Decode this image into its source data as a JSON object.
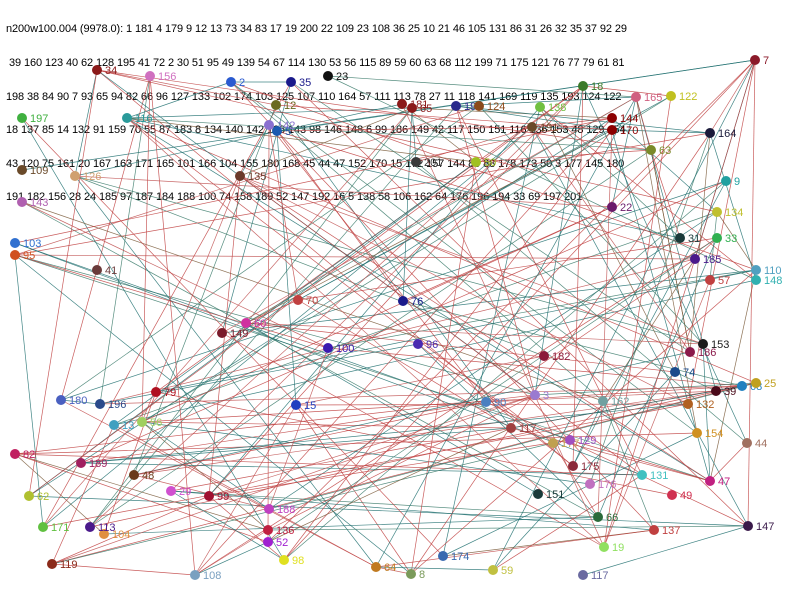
{
  "header": {
    "lines": [
      "n200w100.004 (9978.0): 1 181 4 179 9 12 13 73 34 83 17 19 200 22 109 23 108 36 25 10 21 46 105 131 86 31 26 32 35 37 92 29",
      " 39 160 123 40 62 128 195 41 72 2 30 51 95 49 139 54 67 114 130 53 56 115 89 59 60 63 68 112 199 71 175 121 76 77 79 61 81",
      "198 38 84 90 7 93 65 94 82 66 96 127 133 102 174 103 125 107 110 164 57 111 113 78 27 11 118 141 169 119 135 193 124 122",
      "18 137 85 14 132 91 159 70 55 87 183 8 134 140 142 126 143 98 146 148 6 99 186 149 42 117 150 151 116 136 153 48 129 154",
      "43 120 75 161 20 167 163 171 165 101 166 104 155 180 168 45 44 47 152 170 15 172 157 144 80 88 178 173 50 3 177 145 180",
      "191 182 156 28 24 185 97 187 184 188 100 74 158 189 52 147 192 16 5 138 58 106 162 64 176 196 194 33 69 197 201"
    ]
  },
  "graph": {
    "nodes": [
      {
        "id": "7",
        "c": "#8b1a2a",
        "lc": "#8b1a2a"
      },
      {
        "id": "23",
        "c": "#111111",
        "lc": "#111111"
      },
      {
        "id": "35",
        "c": "#1a1a8b",
        "lc": "#1a1a8b"
      },
      {
        "id": "34",
        "c": "#8b1a1a",
        "lc": "#8b1a1a"
      },
      {
        "id": "156",
        "c": "#d070c0",
        "lc": "#d070c0"
      },
      {
        "id": "116",
        "c": "#2a9a9a",
        "lc": "#2a9a9a"
      },
      {
        "id": "197",
        "c": "#40b040",
        "lc": "#40b040"
      },
      {
        "id": "109",
        "c": "#6a4a2a",
        "lc": "#6a4a2a"
      },
      {
        "id": "126",
        "c": "#d0a070",
        "lc": "#d0a070"
      },
      {
        "id": "143",
        "c": "#b060b0",
        "lc": "#b060b0"
      },
      {
        "id": "103",
        "c": "#3070d0",
        "lc": "#3070d0"
      },
      {
        "id": "95",
        "c": "#d05020",
        "lc": "#d05020"
      },
      {
        "id": "41",
        "c": "#6a3a3a",
        "lc": "#6a3a3a"
      },
      {
        "id": "181",
        "c": "#8b1a1a",
        "lc": "#8b1a1a"
      },
      {
        "id": "65",
        "c": "#8b1a1a",
        "lc": "#8b1a1a"
      },
      {
        "id": "192",
        "c": "#2a2a8b",
        "lc": "#2a2a8b"
      },
      {
        "id": "124",
        "c": "#8b4a1a",
        "lc": "#8b4a1a"
      },
      {
        "id": "138",
        "c": "#70c040",
        "lc": "#70c040"
      },
      {
        "id": "18",
        "c": "#3a7a2a",
        "lc": "#3a7a2a"
      },
      {
        "id": "165",
        "c": "#d06080",
        "lc": "#d06080"
      },
      {
        "id": "122",
        "c": "#c0c020",
        "lc": "#c0c020"
      },
      {
        "id": "144",
        "c": "#8b0000",
        "lc": "#8b0000"
      },
      {
        "id": "170",
        "c": "#8b0000",
        "lc": "#8b0000"
      },
      {
        "id": "164",
        "c": "#1a1a3a",
        "lc": "#1a1a3a"
      },
      {
        "id": "191",
        "c": "#6a4a2a",
        "lc": "#6a4a2a"
      },
      {
        "id": "201",
        "c": "#3a3a3a",
        "lc": "#3a3a3a"
      },
      {
        "id": "50",
        "c": "#a0c020",
        "lc": "#a0c020"
      },
      {
        "id": "63",
        "c": "#7a8a2a",
        "lc": "#7a8a2a"
      },
      {
        "id": "9",
        "c": "#20a0a0",
        "lc": "#20a0a0"
      },
      {
        "id": "22",
        "c": "#6a1a6a",
        "lc": "#6a1a6a"
      },
      {
        "id": "134",
        "c": "#c0c030",
        "lc": "#c0c030"
      },
      {
        "id": "33",
        "c": "#30b050",
        "lc": "#30b050"
      },
      {
        "id": "31",
        "c": "#1a3a3a",
        "lc": "#1a3a3a"
      },
      {
        "id": "185",
        "c": "#4a1a8b",
        "lc": "#4a1a8b"
      },
      {
        "id": "110",
        "c": "#50a0c0",
        "lc": "#50a0c0"
      },
      {
        "id": "148",
        "c": "#30b0b0",
        "lc": "#30b0b0"
      },
      {
        "id": "57",
        "c": "#c04040",
        "lc": "#c04040"
      },
      {
        "id": "153",
        "c": "#1a1a1a",
        "lc": "#1a1a1a"
      },
      {
        "id": "186",
        "c": "#8b1a4a",
        "lc": "#8b1a4a"
      },
      {
        "id": "74",
        "c": "#1a4a8b",
        "lc": "#1a4a8b"
      },
      {
        "id": "68",
        "c": "#2080c0",
        "lc": "#2080c0"
      },
      {
        "id": "25",
        "c": "#c0a020",
        "lc": "#c0a020"
      },
      {
        "id": "39",
        "c": "#4a0a1a",
        "lc": "#4a0a1a"
      },
      {
        "id": "132",
        "c": "#b06020",
        "lc": "#b06020"
      },
      {
        "id": "154",
        "c": "#d09020",
        "lc": "#d09020"
      },
      {
        "id": "44",
        "c": "#a07060",
        "lc": "#a07060"
      },
      {
        "id": "47",
        "c": "#c02080",
        "lc": "#c02080"
      },
      {
        "id": "147",
        "c": "#3a1a4a",
        "lc": "#3a1a4a"
      },
      {
        "id": "137",
        "c": "#c04040",
        "lc": "#c04040"
      },
      {
        "id": "49",
        "c": "#d03050",
        "lc": "#d03050"
      },
      {
        "id": "66",
        "c": "#2a6a3a",
        "lc": "#2a6a3a"
      },
      {
        "id": "19",
        "c": "#90e060",
        "lc": "#90e060"
      },
      {
        "id": "117",
        "c": "#6a6aa0",
        "lc": "#6a6aa0"
      },
      {
        "id": "59",
        "c": "#c0c040",
        "lc": "#c0c040"
      },
      {
        "id": "174",
        "c": "#3a6ab0",
        "lc": "#3a6ab0"
      },
      {
        "id": "8",
        "c": "#7a9a5a",
        "lc": "#7a9a5a"
      },
      {
        "id": "64",
        "c": "#c07a20",
        "lc": "#c07a20"
      },
      {
        "id": "108",
        "c": "#7aa0c0",
        "lc": "#7aa0c0"
      },
      {
        "id": "98",
        "c": "#e0e020",
        "lc": "#e0e020"
      },
      {
        "id": "52",
        "c": "#a020d0",
        "lc": "#a020d0"
      },
      {
        "id": "136",
        "c": "#c02040",
        "lc": "#c02040"
      },
      {
        "id": "188",
        "c": "#c040c0",
        "lc": "#c040c0"
      },
      {
        "id": "119",
        "c": "#8b2a1a",
        "lc": "#8b2a1a"
      },
      {
        "id": "171",
        "c": "#60c040",
        "lc": "#60c040"
      },
      {
        "id": "104",
        "c": "#e09040",
        "lc": "#e09040"
      },
      {
        "id": "113",
        "c": "#4a1a8b",
        "lc": "#4a1a8b"
      },
      {
        "id": "82",
        "c": "#c02060",
        "lc": "#c02060"
      },
      {
        "id": "62",
        "c": "#b0c030",
        "lc": "#b0c030"
      },
      {
        "id": "189",
        "c": "#a02060",
        "lc": "#a02060"
      },
      {
        "id": "29",
        "c": "#d050d0",
        "lc": "#d050d0"
      },
      {
        "id": "99",
        "c": "#a01030",
        "lc": "#a01030"
      },
      {
        "id": "48",
        "c": "#6a3a1a",
        "lc": "#6a3a1a"
      },
      {
        "id": "180",
        "c": "#4a60c0",
        "lc": "#4a60c0"
      },
      {
        "id": "196",
        "c": "#2a4a8b",
        "lc": "#2a4a8b"
      },
      {
        "id": "13",
        "c": "#40a0c0",
        "lc": "#40a0c0"
      },
      {
        "id": "56",
        "c": "#a0d060",
        "lc": "#a0d060"
      },
      {
        "id": "79",
        "c": "#b01020",
        "lc": "#b01020"
      },
      {
        "id": "149",
        "c": "#7a1a2a",
        "lc": "#7a1a2a"
      },
      {
        "id": "60",
        "c": "#d030a0",
        "lc": "#d030a0"
      },
      {
        "id": "70",
        "c": "#c04040",
        "lc": "#c04040"
      },
      {
        "id": "100",
        "c": "#3a1ab0",
        "lc": "#3a1ab0"
      },
      {
        "id": "76",
        "c": "#1a1a8b",
        "lc": "#1a1a8b"
      },
      {
        "id": "96",
        "c": "#4a2ab0",
        "lc": "#4a2ab0"
      },
      {
        "id": "15",
        "c": "#2040c0",
        "lc": "#2040c0"
      },
      {
        "id": "90",
        "c": "#4a80c0",
        "lc": "#4a80c0"
      },
      {
        "id": "182",
        "c": "#8b1a3a",
        "lc": "#8b1a3a"
      },
      {
        "id": "3",
        "c": "#9a7ad0",
        "lc": "#9a7ad0"
      },
      {
        "id": "162",
        "c": "#70a0a0",
        "lc": "#70a0a0"
      },
      {
        "id": "177",
        "c": "#c0a050",
        "lc": "#c0a050"
      },
      {
        "id": "129",
        "c": "#a050c0",
        "lc": "#a050c0"
      },
      {
        "id": "175",
        "c": "#8b2a3a",
        "lc": "#8b2a3a"
      },
      {
        "id": "176",
        "c": "#c070c0",
        "lc": "#c070c0"
      },
      {
        "id": "131",
        "c": "#40c0c0",
        "lc": "#40c0c0"
      },
      {
        "id": "151",
        "c": "#1a3a3a",
        "lc": "#1a3a3a"
      },
      {
        "id": "2",
        "c": "#2a5ad0",
        "lc": "#2a5ad0"
      },
      {
        "id": "12",
        "c": "#6a6a20",
        "lc": "#6a6a20"
      },
      {
        "id": "142",
        "c": "#8a70d0",
        "lc": "#8a70d0"
      },
      {
        "id": "5",
        "c": "#1a5ab0",
        "lc": "#1a5ab0"
      },
      {
        "id": "135",
        "c": "#6a3a2a",
        "lc": "#6a3a2a"
      },
      {
        "id": "117b",
        "c": "#a04040",
        "lc": "#a04040"
      }
    ]
  }
}
